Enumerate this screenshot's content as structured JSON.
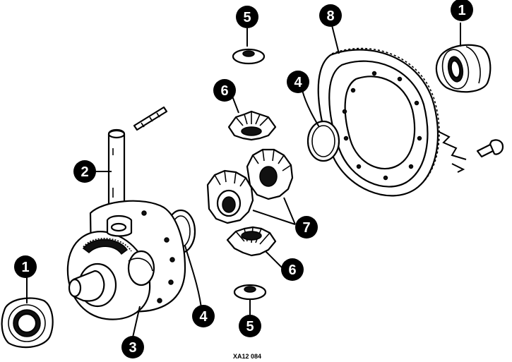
{
  "diagram": {
    "reference_code": "XA12 084",
    "callouts": [
      "1",
      "2",
      "3",
      "4",
      "5",
      "6",
      "7",
      "8"
    ]
  }
}
